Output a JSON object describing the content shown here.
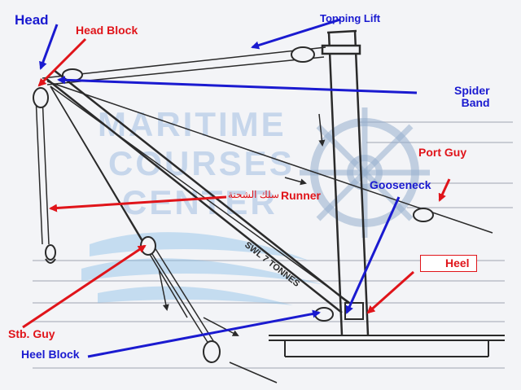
{
  "watermark": {
    "line1": "MARITIME",
    "line2": "COURSES",
    "line3": "CENTER"
  },
  "labels": {
    "head": "Head",
    "head_block": "Head Block",
    "topping_lift": "Topping Lift",
    "spider_band": "Spider\nBand",
    "port_guy": "Port Guy",
    "runner": "Runner",
    "runner_arabic": "سلك الشحنة",
    "gooseneck": "Gooseneck",
    "heel": "Heel",
    "stb_guy": "Stb. Guy",
    "heel_block": "Heel Block",
    "boom_marking": "SWL 7 TONNES"
  },
  "colors": {
    "label_blue": "#1a1ad0",
    "label_red": "#e0141a",
    "drawing": "#2a2a2a",
    "watermark": "#a0bee1"
  }
}
